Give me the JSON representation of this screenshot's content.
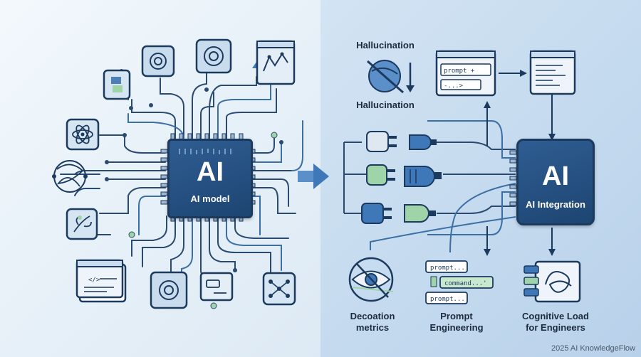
{
  "left_chip": {
    "title": "AI",
    "subtitle": "AI model"
  },
  "right_chip": {
    "title": "AI",
    "subtitle": "AI Integration"
  },
  "hallucination": {
    "top_label": "Hallucination",
    "bottom_label": "Hallucination"
  },
  "prompt_window": {
    "line1": "prompt +",
    "line2": "-...>"
  },
  "bottom_labels": {
    "decoration": [
      "Decoation",
      "metrics"
    ],
    "prompt": [
      "Prompt",
      "Engineering"
    ],
    "cognitive": [
      "Cognitive Load",
      "for Engineers"
    ]
  },
  "prompt_bubbles": [
    "prompt...",
    "command...'",
    "prompt..."
  ],
  "code_window_text": "</>",
  "watermark": "2025 AI KnowledgeFlow",
  "colors": {
    "dark": "#1c3a5e",
    "chip": "#2a5588",
    "accent_green": "#9fd3a8",
    "arrow": "#3f78b8"
  }
}
